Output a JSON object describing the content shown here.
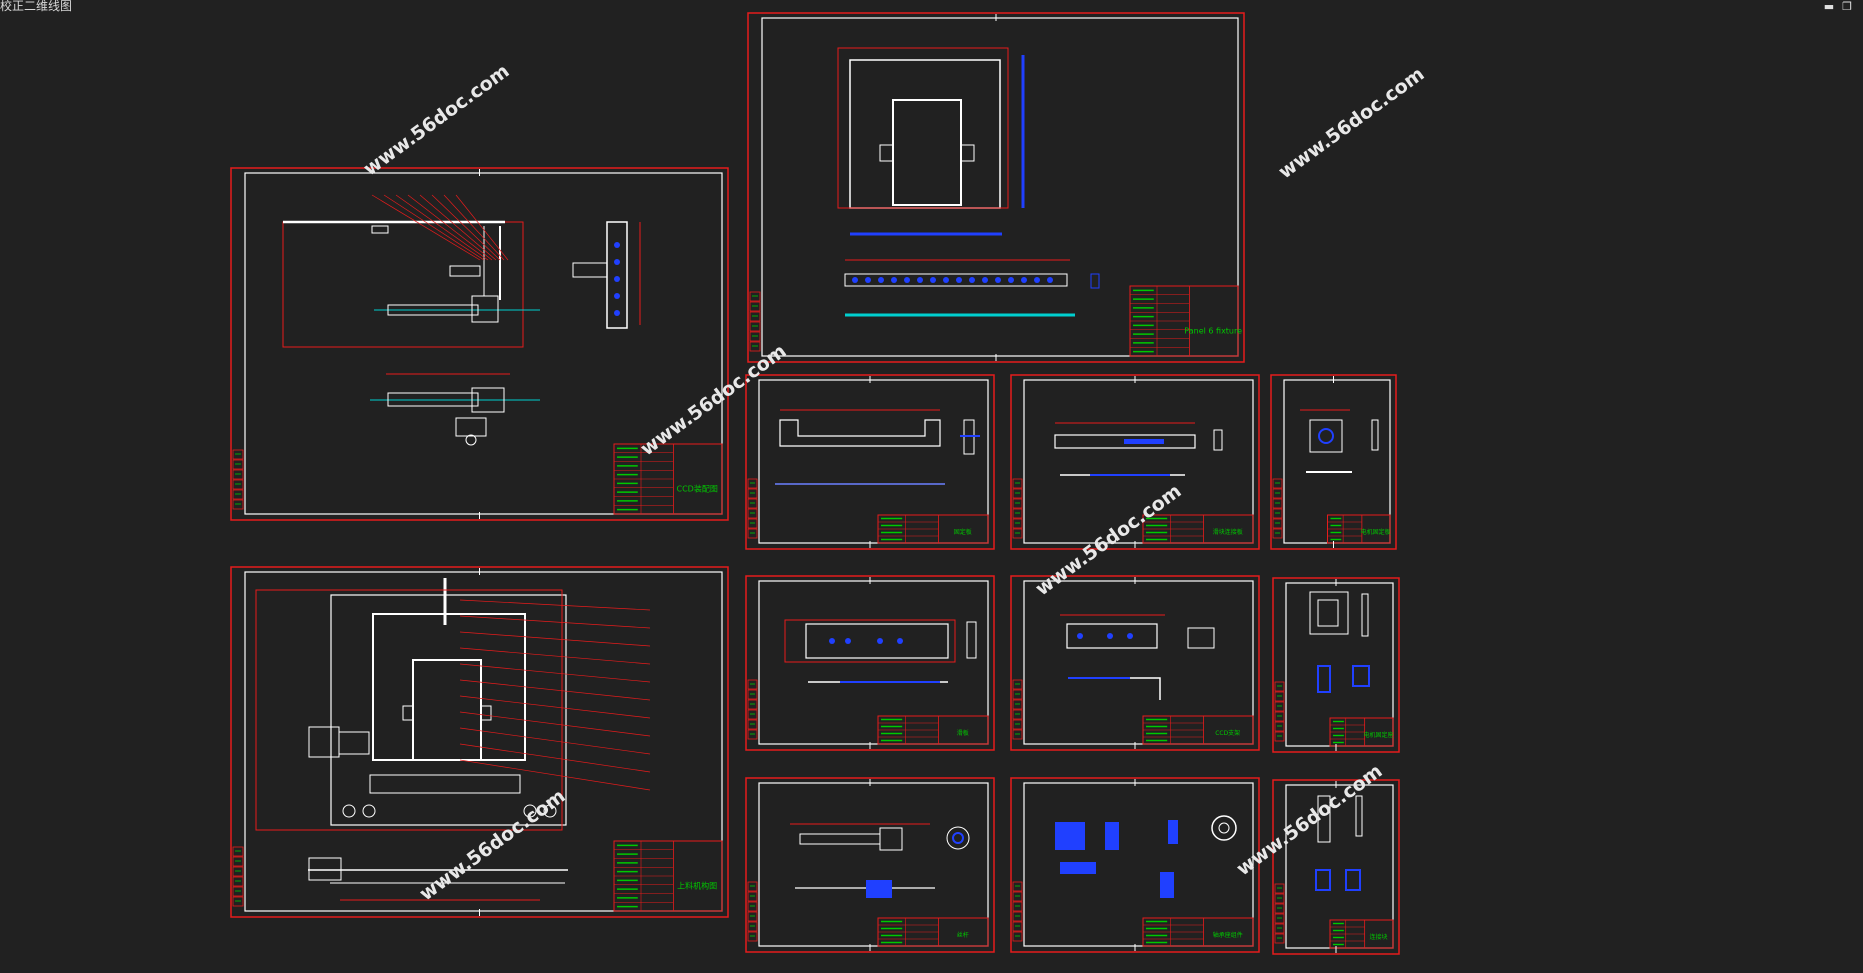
{
  "window": {
    "title": "校正二维线图",
    "minimize_glyph": "▬",
    "restore_glyph": "❐"
  },
  "colors": {
    "background": "#212121",
    "frame": "#e61c1c",
    "border": "#ffffff",
    "dim": "#00c800",
    "part": "#2040ff",
    "center": "#00d0d0",
    "watermark": "#e8e8e8"
  },
  "watermark_text": "www.56doc.com",
  "sheets": [
    {
      "id": "ccd-assembly",
      "title": "CCD装配图"
    },
    {
      "id": "pcb-panel",
      "title": "Panel 6 fixture"
    },
    {
      "id": "fixture-assembly",
      "title": "上料机构图"
    },
    {
      "id": "bracket",
      "title": "固定板"
    },
    {
      "id": "slide-plate",
      "title": "滑块连接板"
    },
    {
      "id": "small-block-1",
      "title": "电机固定板"
    },
    {
      "id": "slider",
      "title": "滑板"
    },
    {
      "id": "ccd-mount",
      "title": "CCD支架"
    },
    {
      "id": "small-block-2",
      "title": "电机固定座"
    },
    {
      "id": "motor-shaft",
      "title": "丝杆"
    },
    {
      "id": "misc-parts",
      "title": "轴承座组件"
    },
    {
      "id": "small-block-3",
      "title": "连接块"
    }
  ]
}
